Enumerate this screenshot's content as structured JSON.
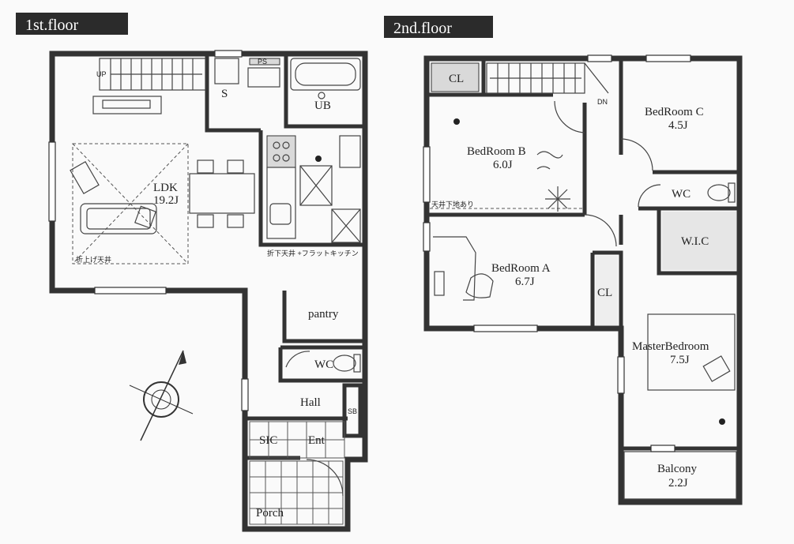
{
  "floors": [
    {
      "title": "1st.floor"
    },
    {
      "title": "2nd.floor"
    }
  ],
  "rooms_1f": {
    "ldk_name": "LDK",
    "ldk_size": "19.2J",
    "s": "S",
    "ub": "UB",
    "ps": "PS",
    "up": "UP",
    "pantry": "pantry",
    "wc": "WC",
    "hall": "Hall",
    "sb": "SB",
    "sic": "SIC",
    "ent": "Ent",
    "porch": "Porch",
    "note_ceiling_raised": "折上げ天井",
    "note_kitchen": "折下天井 +フラットキッチン"
  },
  "rooms_2f": {
    "cl1": "CL",
    "dn": "DN",
    "bedroom_b_name": "BedRoom B",
    "bedroom_b_size": "6.0J",
    "bedroom_c_name": "BedRoom C",
    "bedroom_c_size": "4.5J",
    "bedroom_a_name": "BedRoom A",
    "bedroom_a_size": "6.7J",
    "cl2": "CL",
    "wc": "WC",
    "wic": "W.I.C",
    "master_name": "MasterBedroom",
    "master_size": "7.5J",
    "balcony_name": "Balcony",
    "balcony_size": "2.2J",
    "note_attic": "天井下地あり"
  },
  "colors": {
    "wall": "#333333",
    "title_bg": "#2b2b2b",
    "title_text": "#ffffff",
    "counter": "#d9d9d9"
  },
  "icons": [
    "compass-icon",
    "door-swing-icon",
    "window-icon",
    "plant-icon",
    "sofa-icon",
    "toilet-icon",
    "bathtub-icon",
    "stove-icon",
    "sink-icon"
  ]
}
